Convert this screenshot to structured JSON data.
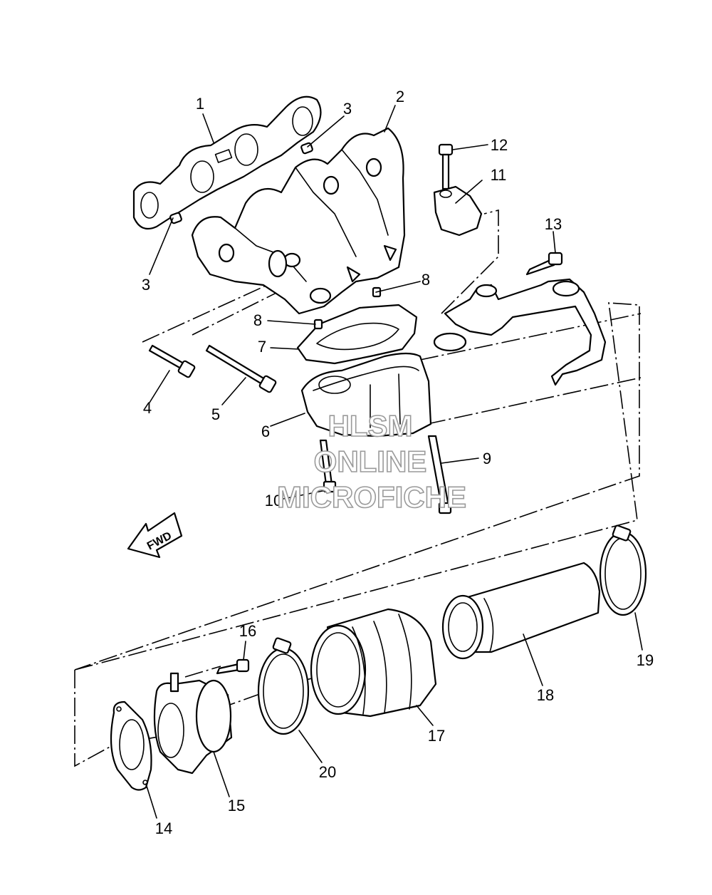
{
  "callouts": [
    "1",
    "2",
    "3",
    "3",
    "4",
    "5",
    "6",
    "7",
    "8",
    "8",
    "9",
    "10",
    "11",
    "12",
    "13",
    "14",
    "15",
    "16",
    "17",
    "18",
    "19",
    "20"
  ],
  "fwd_label": "FWD",
  "watermark": [
    "HLSM",
    "ONLINE",
    "MICROFICHE"
  ]
}
